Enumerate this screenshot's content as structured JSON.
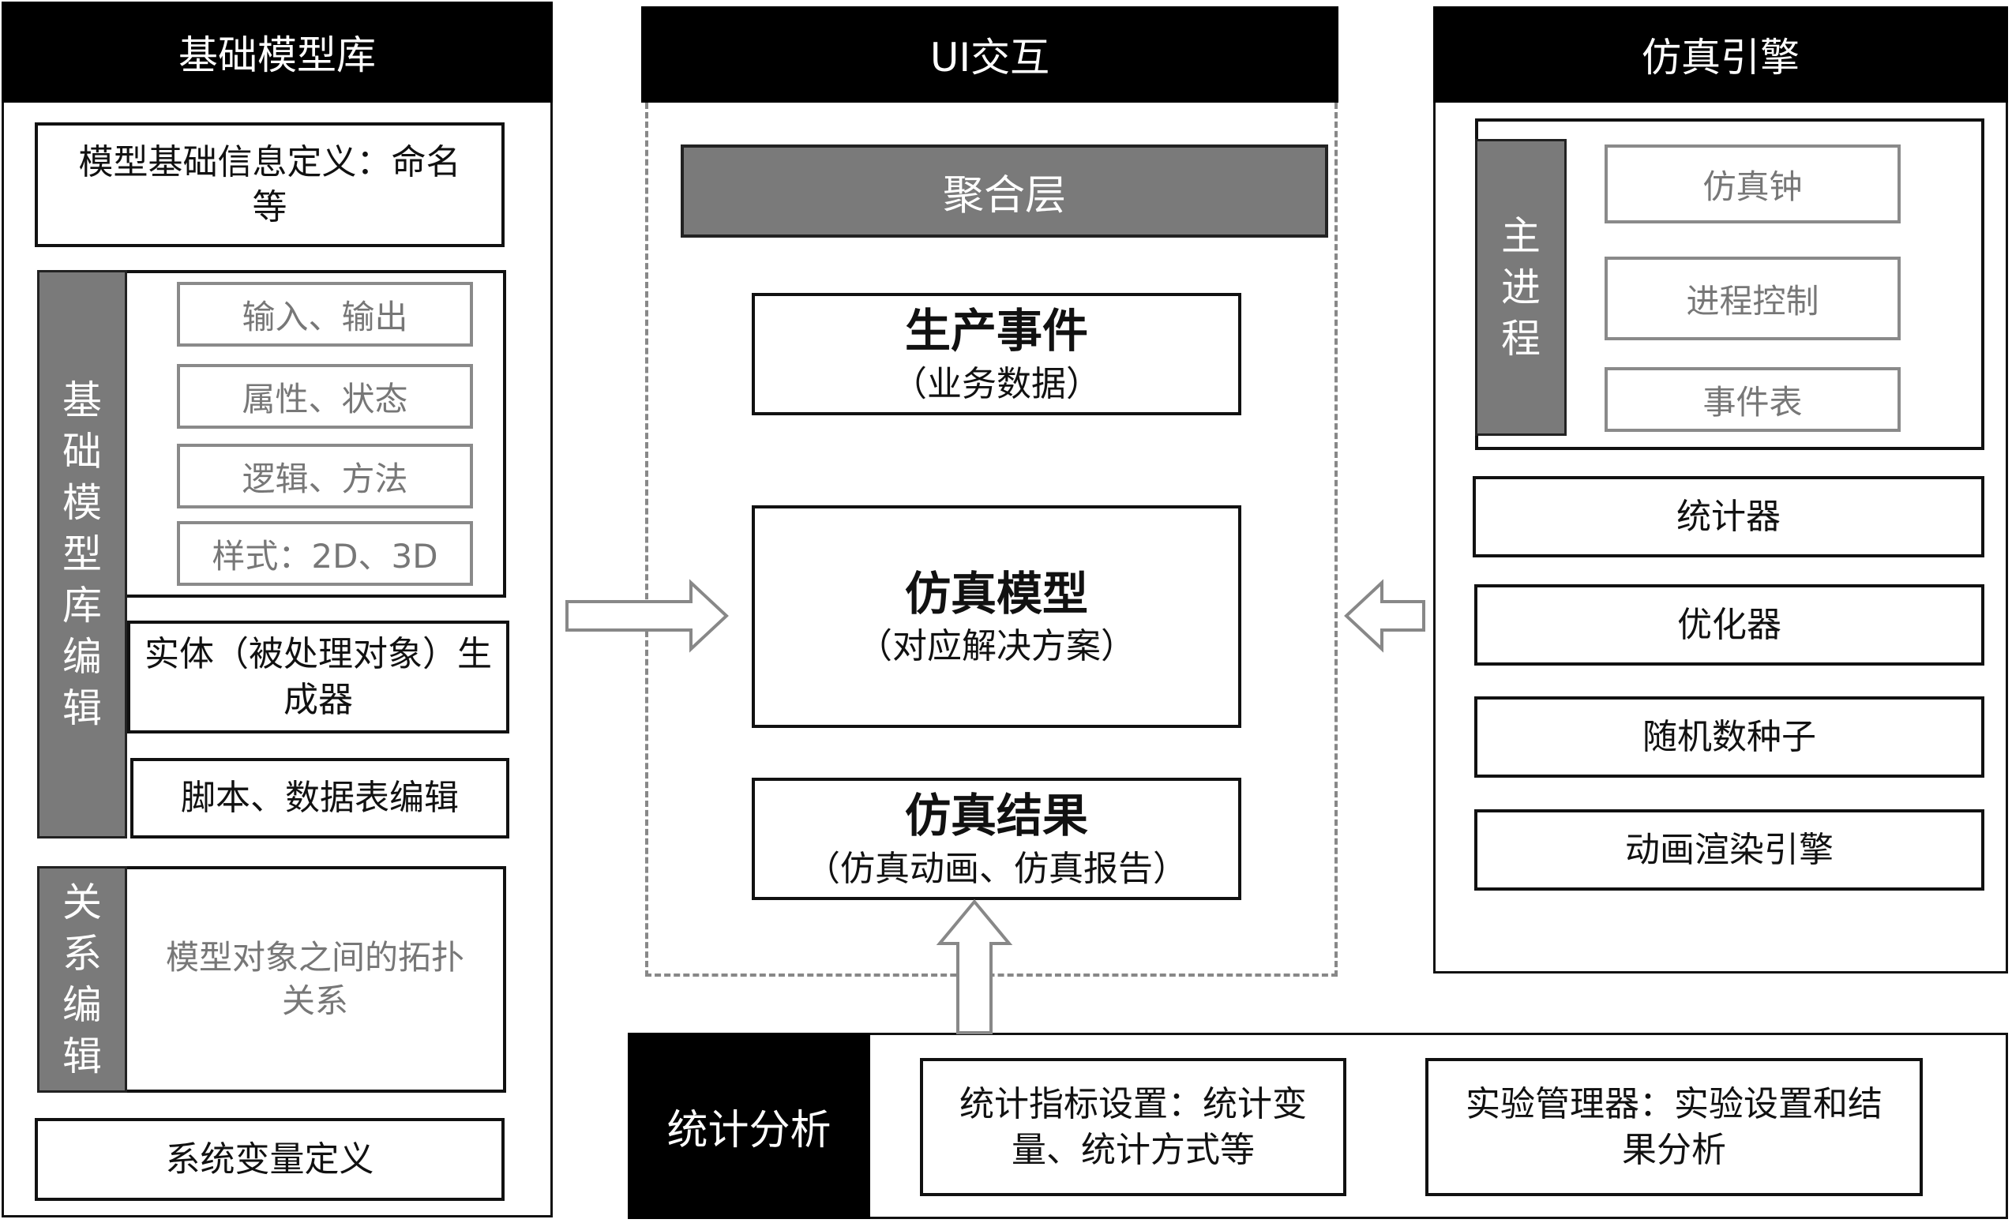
{
  "left": {
    "title": "基础模型库",
    "info_def": "模型基础信息定义：命名等",
    "edit_label": [
      "基",
      "础",
      "模",
      "型",
      "库",
      "编",
      "辑"
    ],
    "features": [
      "输入、输出",
      "属性、状态",
      "逻辑、方法",
      "样式：2D、3D"
    ],
    "entity_gen": "实体（被处理对象）生成器",
    "script_edit": "脚本、数据表编辑",
    "relation_label": [
      "关",
      "系",
      "编",
      "辑"
    ],
    "relation_text": "模型对象之间的拓扑关系",
    "sys_var": "系统变量定义"
  },
  "center": {
    "title": "UI交互",
    "aggregate": "聚合层",
    "prod_title": "生产事件",
    "prod_sub": "（业务数据）",
    "model_title": "仿真模型",
    "model_sub": "（对应解决方案）",
    "result_title": "仿真结果",
    "result_sub": "（仿真动画、仿真报告）"
  },
  "right": {
    "title": "仿真引擎",
    "main_label": [
      "主",
      "进",
      "程"
    ],
    "main_items": [
      "仿真钟",
      "进程控制",
      "事件表"
    ],
    "stat": "统计器",
    "optimizer": "优化器",
    "seed": "随机数种子",
    "render": "动画渲染引擎"
  },
  "bottom": {
    "title": "统计分析",
    "indicator": "统计指标设置：统计变量、统计方式等",
    "experiment": "实验管理器：实验设置和结果分析"
  },
  "colors": {
    "black": "#000000",
    "grey_fill": "#7a7a7a",
    "grey_text": "#777777",
    "dashed": "#888888"
  }
}
